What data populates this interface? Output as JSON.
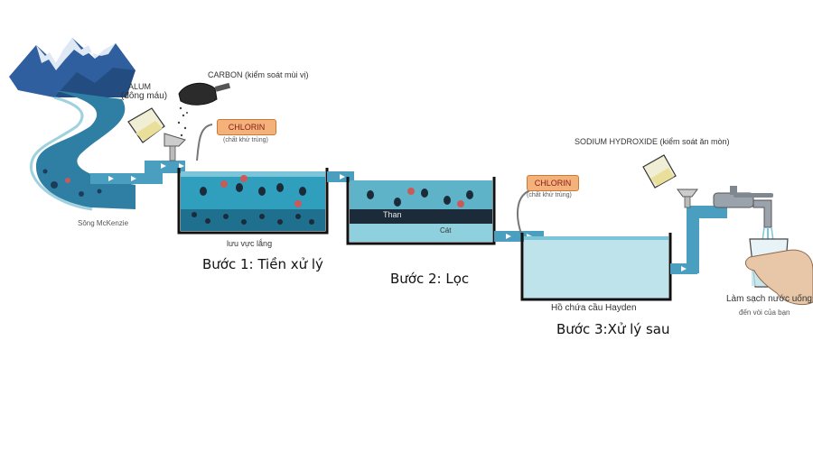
{
  "source": {
    "river_label": "Sông McKenzie"
  },
  "chemicals": {
    "alum_name": "ALUM",
    "alum_note": "(đông máu)",
    "carbon_label": "CARBON (kiểm soát mùi vị)",
    "chlorin_1_name": "CHLORIN",
    "chlorin_1_note": "(chất khử trùng)",
    "chlorin_2_name": "CHLORIN",
    "chlorin_2_note": "(chất khử trùng)",
    "sodium_label": "SODIUM HYDROXIDE (kiểm soát ăn mòn)"
  },
  "tanks": {
    "settling_label": "lưu vực lắng",
    "filter_coal_label": "Than",
    "filter_sand_label": "Cát",
    "reservoir_label": "Hồ chứa cầu Hayden"
  },
  "steps": {
    "step1": "Bước 1: Tiền xử lý",
    "step2": "Bước 2: Lọc",
    "step3": "Bước 3:Xử lý sau"
  },
  "output": {
    "line1": "Làm sạch nước uống",
    "line2": "đến vòi của bạn"
  },
  "colors": {
    "water": "#5fb3c9",
    "water_light": "#bfe3ea",
    "water_dark": "#2f7fa5",
    "mountain": "#2f5f9e",
    "pipe": "#4a9ec0",
    "chlorin_tag": "#f2b27a"
  }
}
